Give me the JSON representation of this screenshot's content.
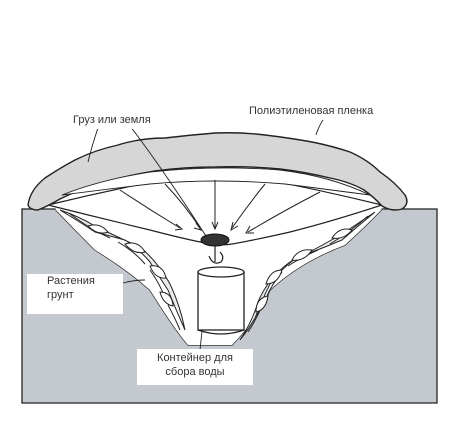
{
  "labels": {
    "weight": "Груз или земля",
    "film": "Полиэтиленовая пленка",
    "plants_line1": "Растения",
    "plants_line2": "грунт",
    "container_line1": "Контейнер для",
    "container_line2": "сбора воды"
  },
  "colors": {
    "soil": "#c4c9cf",
    "film_edge": "#d6d6d6",
    "stroke": "#222222",
    "background": "#ffffff"
  }
}
